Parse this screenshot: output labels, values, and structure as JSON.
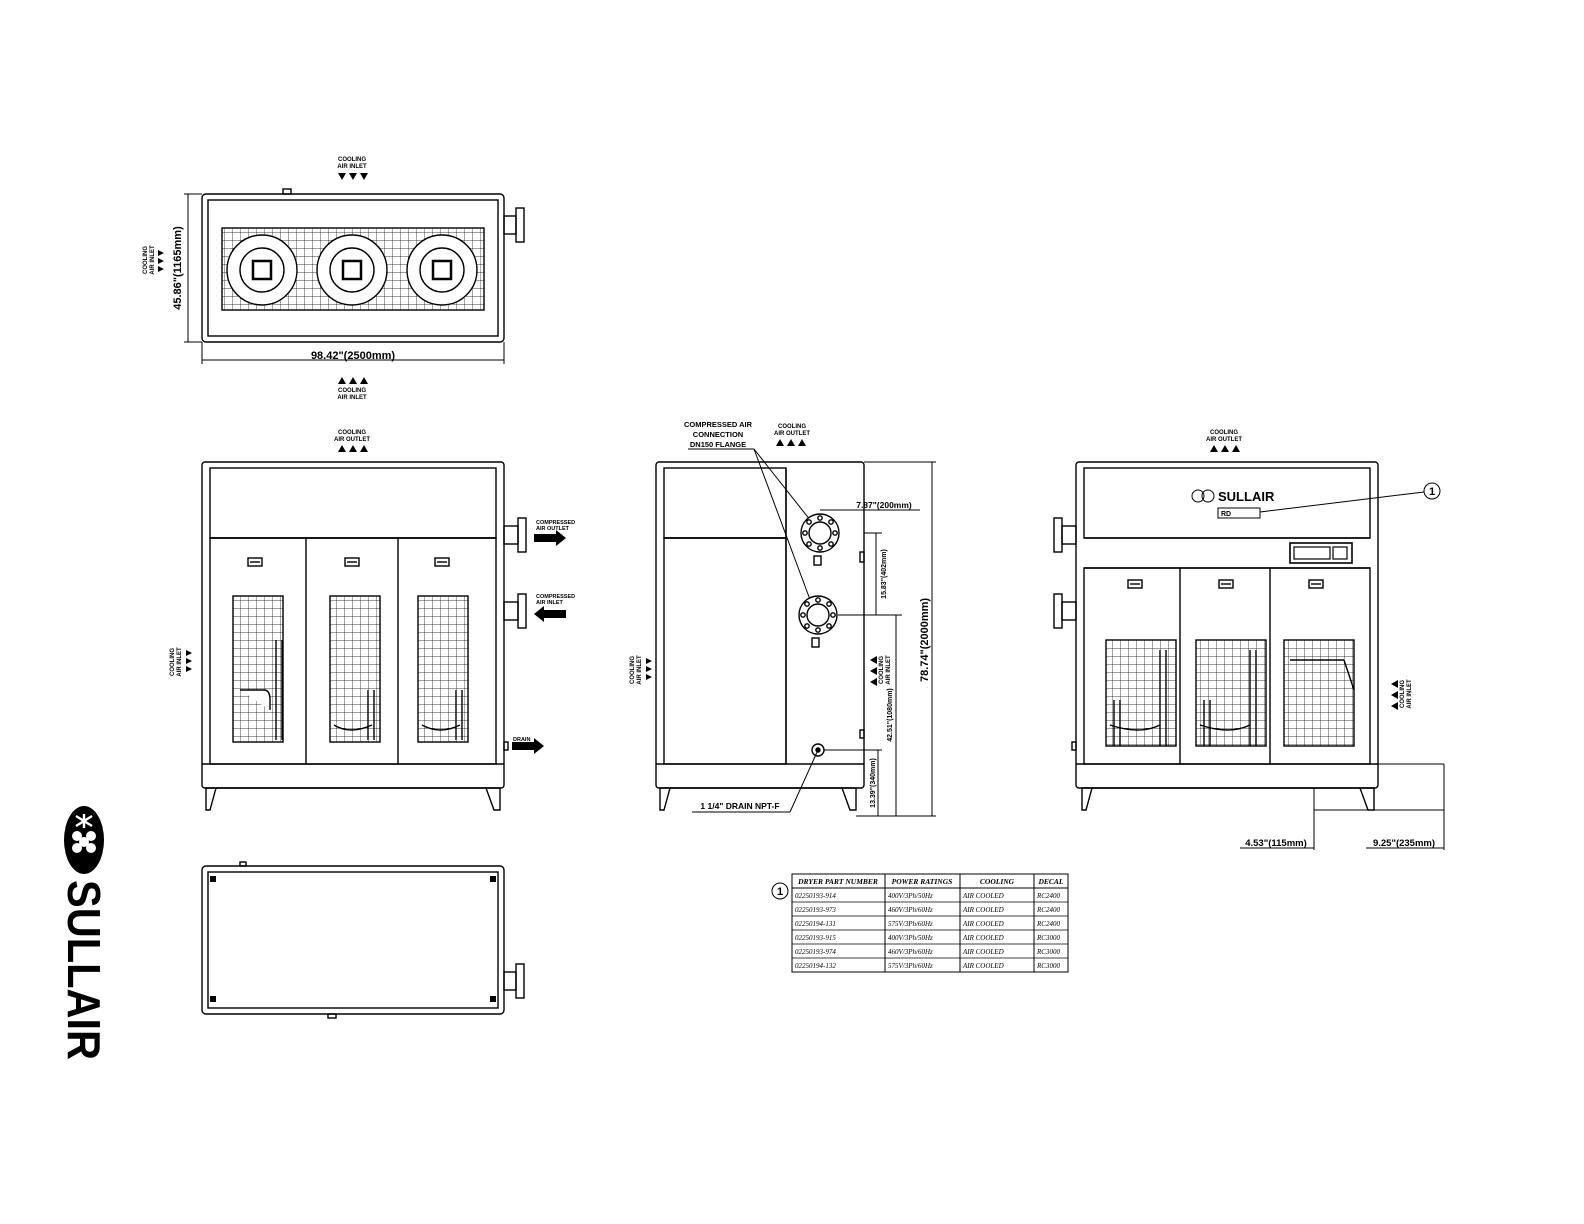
{
  "brand": {
    "name": "SULLAIR",
    "unit_label": "RD"
  },
  "colors": {
    "line": "#000000",
    "background": "#ffffff"
  },
  "top_view": {
    "top_arrow_label": [
      "COOLING",
      "AIR INLET"
    ],
    "left_arrow_label": [
      "COOLING",
      "AIR INLET"
    ],
    "bottom_arrow_label": [
      "COOLING",
      "AIR INLET"
    ],
    "width_dim": "98.42\"(2500mm)",
    "depth_dim": "45.86\"(1165mm)"
  },
  "front_view": {
    "top_label": [
      "COOLING",
      "AIR OUTLET"
    ],
    "left_label": [
      "COOLING",
      "AIR INLET"
    ],
    "outlet_label": [
      "COMPRESSED",
      "AIR OUTLET"
    ],
    "inlet_label": [
      "COMPRESSED",
      "AIR INLET"
    ],
    "drain_label": "DRAIN"
  },
  "side_view": {
    "connection_label": [
      "COMPRESSED AIR",
      "CONNECTION",
      "DN150 FLANGE"
    ],
    "top_label": [
      "COOLING",
      "AIR OUTLET"
    ],
    "left_label": [
      "COOLING",
      "AIR INLET"
    ],
    "right_label": [
      "COOLING",
      "AIR INLET"
    ],
    "dim_top_flange": "7.87\"(200mm)",
    "dim_flange_spacing": "15.83\"(402mm)",
    "dim_lower_flange": "42.51\"(1080mm)",
    "dim_drain": "13.39\"(340mm)",
    "dim_height": "78.74\"(2000mm)",
    "drain_label": "1 1/4\" DRAIN NPT-F"
  },
  "rear_view": {
    "top_label": [
      "COOLING",
      "AIR OUTLET"
    ],
    "right_label": [
      "COOLING",
      "AIR INLET"
    ],
    "callout": "1",
    "dim_a": "4.53\"(115mm)",
    "dim_b": "9.25\"(235mm)"
  },
  "table": {
    "callout": "1",
    "headers": [
      "DRYER PART NUMBER",
      "POWER RATINGS",
      "COOLING",
      "DECAL"
    ],
    "rows": [
      [
        "02250193-914",
        "400V/3Ph/50Hz",
        "AIR COOLED",
        "RC2400"
      ],
      [
        "02250193-973",
        "460V/3Ph/60Hz",
        "AIR COOLED",
        "RC2400"
      ],
      [
        "02250194-131",
        "575V/3Ph/60Hz",
        "AIR COOLED",
        "RC2400"
      ],
      [
        "02250193-915",
        "400V/3Ph/50Hz",
        "AIR COOLED",
        "RC3000"
      ],
      [
        "02250193-974",
        "460V/3Ph/60Hz",
        "AIR COOLED",
        "RC3000"
      ],
      [
        "02250194-132",
        "575V/3Ph/60Hz",
        "AIR COOLED",
        "RC3000"
      ]
    ]
  }
}
